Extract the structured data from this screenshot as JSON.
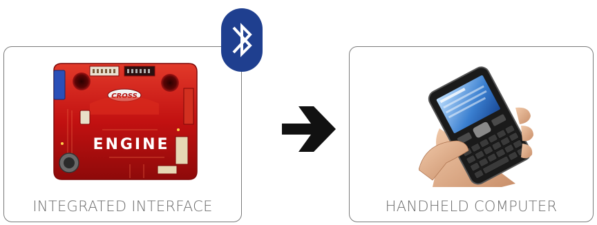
{
  "panels": {
    "left": {
      "caption": "INTEGRATED INTERFACE",
      "device_label": "ENGINE",
      "logo_text": "CROSS"
    },
    "right": {
      "caption": "HANDHELD COMPUTER"
    }
  },
  "badge": {
    "icon": "bluetooth-icon",
    "color": "#1f3f8f"
  },
  "connector": {
    "icon": "arrow-right-icon",
    "color": "#111111"
  },
  "colors": {
    "engine_red": "#c01010",
    "border": "#7a7a7a",
    "caption": "#6b6b6b"
  }
}
